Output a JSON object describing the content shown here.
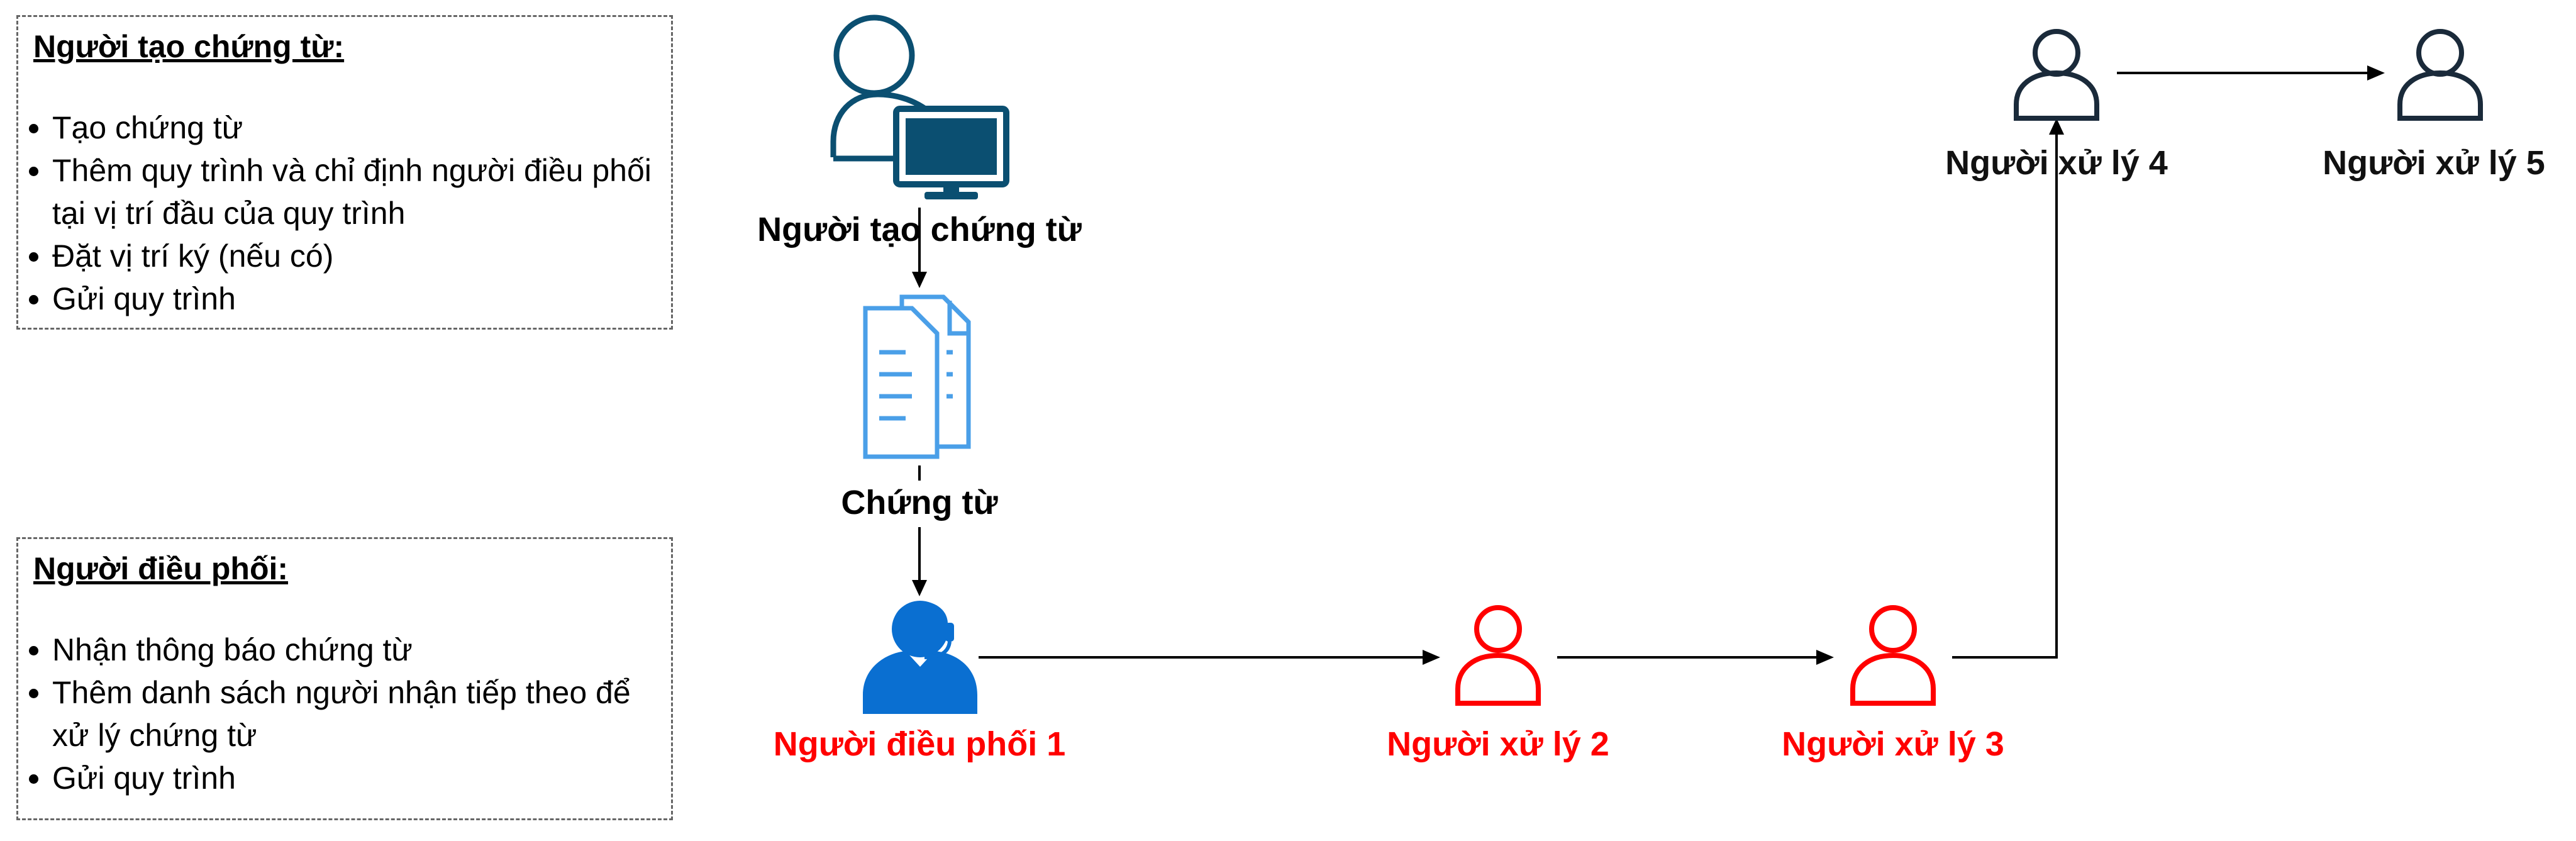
{
  "creator_note": {
    "title": "Người tạo chứng từ:",
    "items": [
      "Tạo chứng từ",
      "Thêm quy trình và chỉ định người điều phối tại vị trí đầu của quy trình",
      "Đặt vị trí ký (nếu có)",
      "Gửi quy trình"
    ]
  },
  "coordinator_note": {
    "title": "Người điều phối:",
    "items": [
      "Nhận thông báo chứng từ",
      "Thêm danh sách người nhận tiếp theo để xử lý chứng từ",
      "Gửi quy trình"
    ]
  },
  "nodes": {
    "creator": "Người tạo chứng từ",
    "document": "Chứng từ",
    "coordinator": "Người điều phối 1",
    "processor2": "Người xử lý 2",
    "processor3": "Người xử lý 3",
    "processor4": "Người xử lý 4",
    "processor5": "Người xử lý 5"
  },
  "colors": {
    "highlight": "#ff0000",
    "creator_icon": "#0b4f71",
    "document_icon": "#4a9fe8",
    "coordinator_icon": "#0a6fd1",
    "processor_icon": "#1a2a3a"
  },
  "icons": {
    "creator": "user-computer-icon",
    "document": "document-icon",
    "coordinator": "headset-operator-icon",
    "processor": "user-icon"
  }
}
